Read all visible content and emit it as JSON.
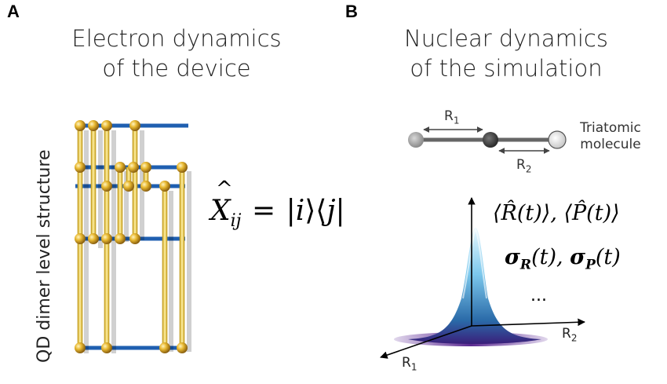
{
  "panel_a": {
    "letter": "A",
    "title_line1": "Electron dynamics",
    "title_line2": "of the device",
    "ylabel": "QD dimer level structure",
    "operator": {
      "base": "X",
      "subscript": "ij",
      "equals": "=",
      "ket": "i",
      "bra": "j"
    }
  },
  "panel_b": {
    "letter": "B",
    "title_line1": "Nuclear dynamics",
    "title_line2": "of the simulation",
    "molecule_label_line1": "Triatomic",
    "molecule_label_line2": "molecule",
    "r1_label": "R",
    "r1_sub": "1",
    "r2_label": "R",
    "r2_sub": "2",
    "axis_r1_label": "R",
    "axis_r1_sub": "1",
    "axis_r2_label": "R",
    "axis_r2_sub": "2",
    "expect_line": "⟨R̂(t)⟩, ⟨P̂(t)⟩",
    "sigma_line_R": "σ",
    "sigma_sub_R": "R",
    "sigma_mid": "(t), ",
    "sigma_line_P": "σ",
    "sigma_sub_P": "P",
    "sigma_end": "(t)",
    "ellipsis": "..."
  },
  "colors": {
    "level_blue": "#1f5fb0",
    "gold": "#e8b830",
    "gold_dark": "#b8860b",
    "gauss_light": "#bfe8f8",
    "gauss_mid": "#4aa8d8",
    "gauss_dark": "#3a2a8a"
  }
}
